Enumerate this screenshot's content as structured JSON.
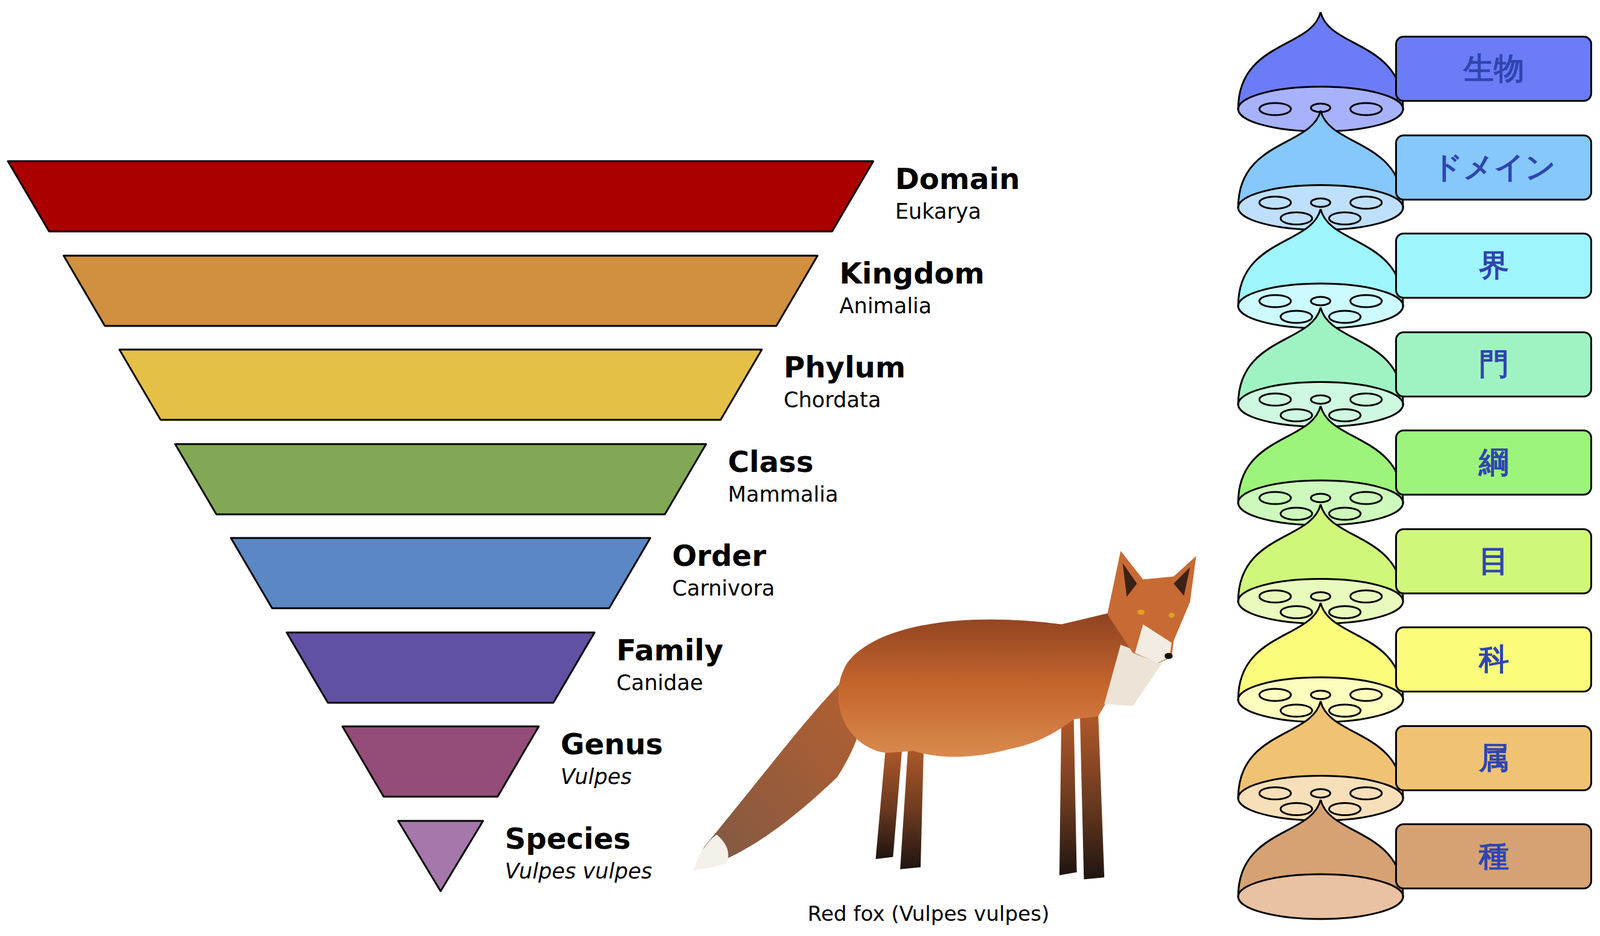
{
  "diagram": {
    "nodes": [
      {
        "text": [
          "Domain",
          "Eukarya"
        ]
      },
      {
        "text": [
          "Kingdom",
          "Animalia"
        ]
      },
      {
        "text": [
          "Phylum",
          "Chordata"
        ]
      },
      {
        "text": [
          "Class",
          "Mammalia"
        ]
      },
      {
        "text": [
          "Order",
          "Carnivora"
        ]
      },
      {
        "text": [
          "Family",
          "Canidae"
        ]
      },
      {
        "text": [
          "Genus",
          "Vulpes"
        ]
      },
      {
        "text": [
          "Species",
          "Vulpes vulpes"
        ]
      },
      {
        "text": [
          "生物"
        ]
      },
      {
        "text": [
          "ドメイン"
        ]
      },
      {
        "text": [
          "界"
        ]
      },
      {
        "text": [
          "門"
        ]
      },
      {
        "text": [
          "綱"
        ]
      },
      {
        "text": [
          "目"
        ]
      },
      {
        "text": [
          "科"
        ]
      },
      {
        "text": [
          "属"
        ]
      },
      {
        "text": [
          "種"
        ]
      }
    ],
    "labels": [
      "Red fox (Vulpes vulpes)"
    ]
  }
}
